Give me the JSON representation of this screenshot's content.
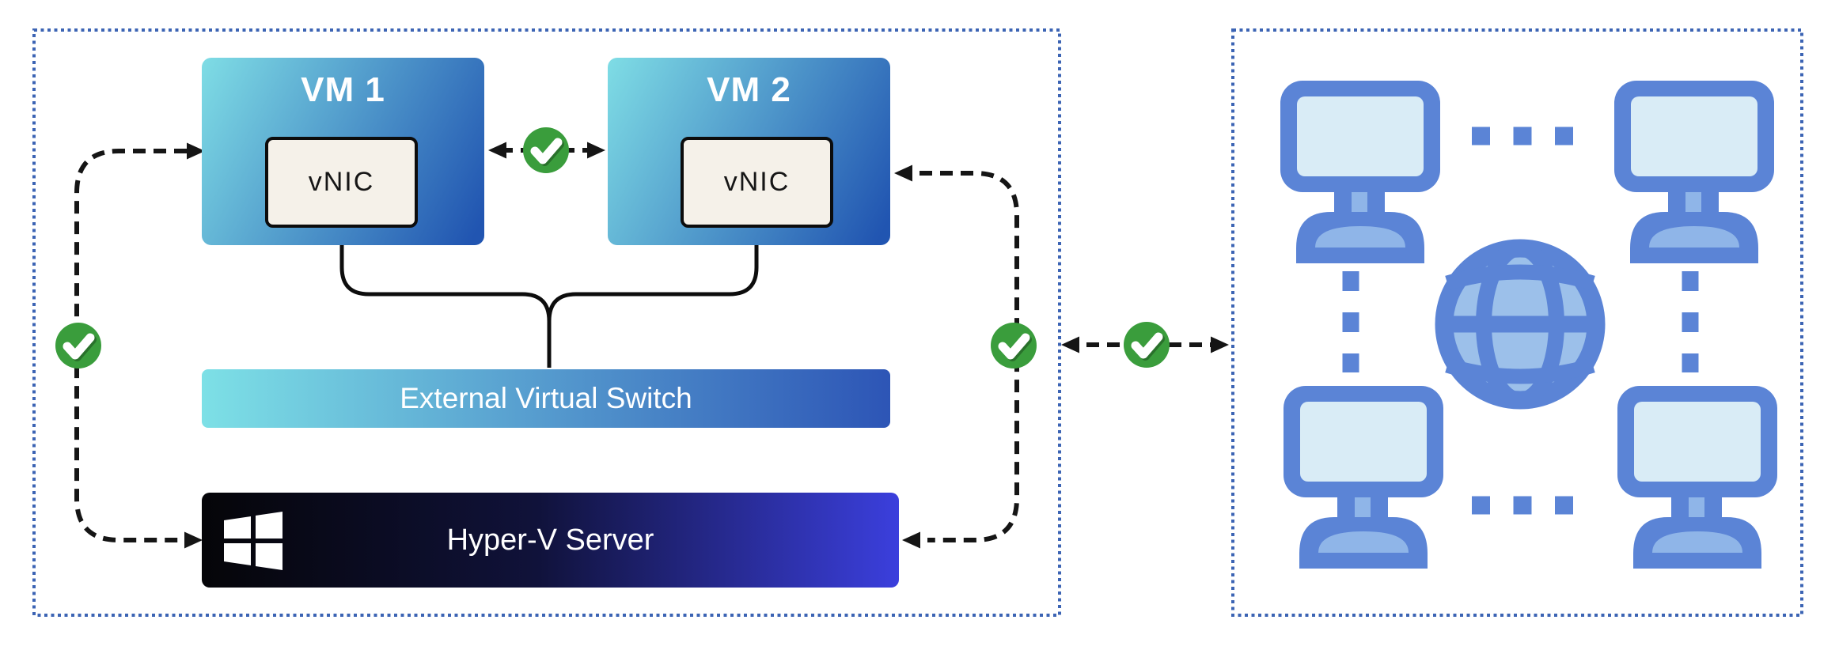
{
  "diagram": {
    "host_panel": {
      "vm1_title": "VM 1",
      "vm2_title": "VM 2",
      "vnic1_label": "vNIC",
      "vnic2_label": "vNIC",
      "switch_label": "External Virtual Switch",
      "server_label": "Hyper-V Server"
    },
    "icons": {
      "check": "check-circle-icon",
      "windows": "windows-logo-icon",
      "computer": "computer-icon",
      "globe": "globe-icon"
    }
  },
  "colors": {
    "teal": "#7fdde5",
    "vm_blue": "#2155b1",
    "switch_teal": "#7de0e6",
    "switch_blue": "#2d55b6",
    "server_black": "#050508",
    "server_mid": "#10123a",
    "server_indigo": "#3b3fdd",
    "card_cream": "#f5f1e9",
    "line_ink": "#151515",
    "check_green": "#3a9d3c",
    "check_green_dark": "#2f7d31",
    "net_blue": "#5b84d6",
    "net_blue_light": "#9cc0ea",
    "net_blue_soft": "#8fb5e8",
    "screen_blue": "#d9ecf6",
    "border_blue": "#3c64b4"
  }
}
